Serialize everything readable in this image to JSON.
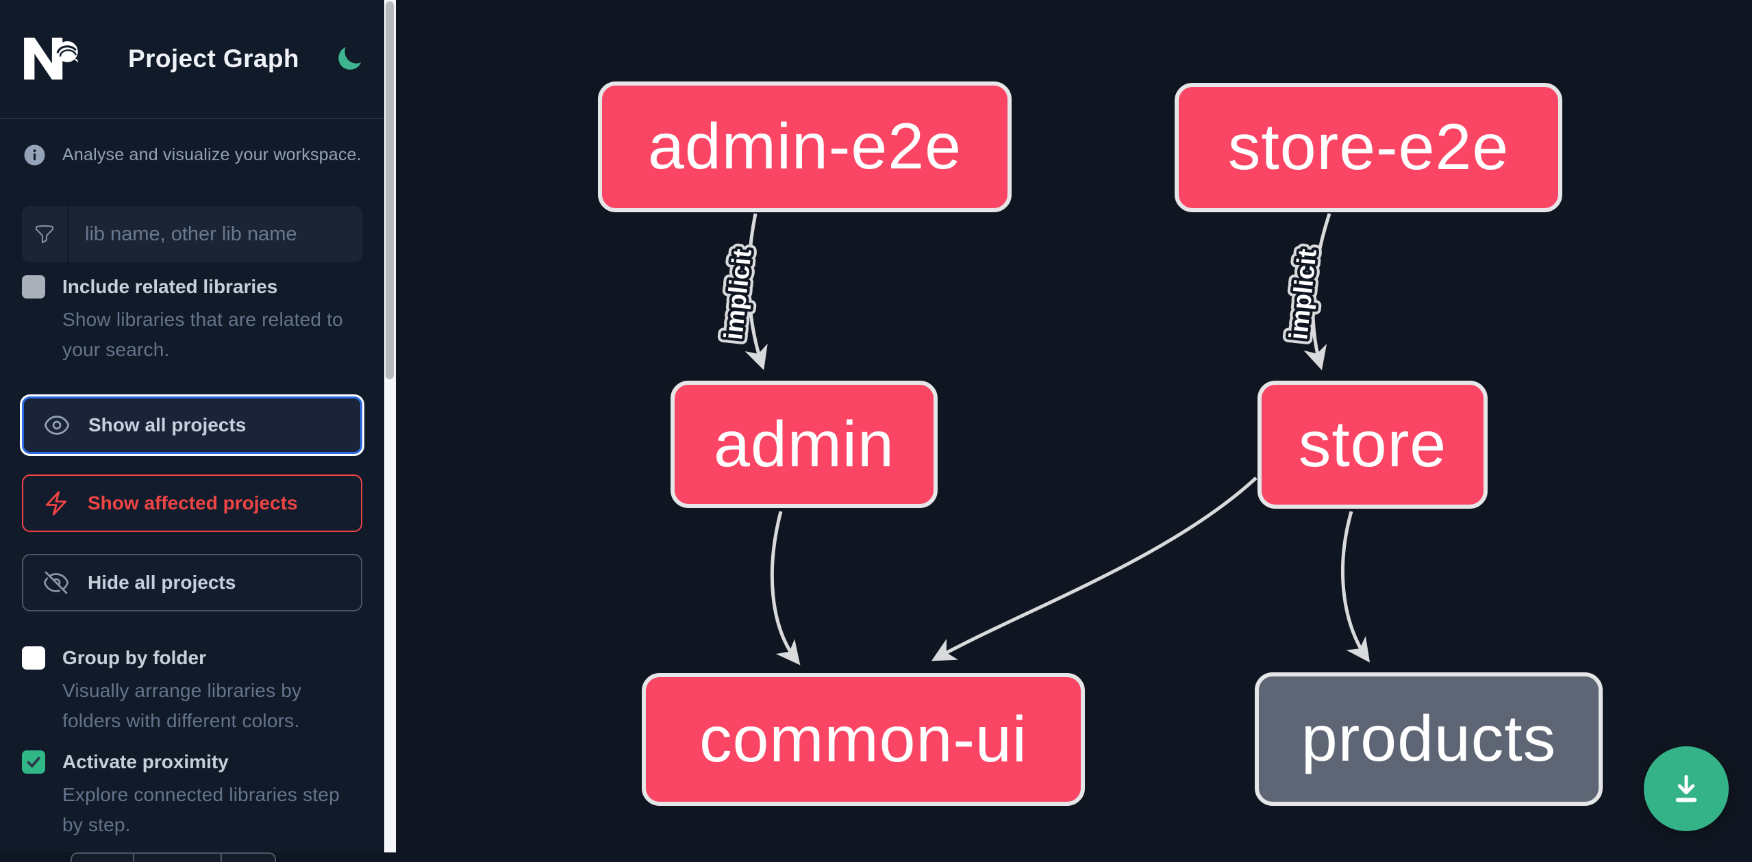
{
  "app": {
    "title": "Project Graph",
    "logo": "nx-logo",
    "theme_toggle": "moon-icon"
  },
  "sidebar": {
    "tagline": "Analyse and visualize your workspace.",
    "filter": {
      "icon": "funnel-icon",
      "placeholder": "lib name, other lib name",
      "value": ""
    },
    "checkboxes": [
      {
        "label": "Include related libraries",
        "description": "Show libraries that are related to\nyour search.",
        "checked": false,
        "disabled": true
      },
      {
        "label": "Group by folder",
        "description": "Visually arrange libraries by\nfolders with different colors.",
        "checked": false,
        "disabled": false
      },
      {
        "label": "Activate proximity",
        "description": "Explore connected libraries step\nby step.",
        "checked": true,
        "disabled": false
      }
    ],
    "buttons": [
      {
        "label": "Show all projects",
        "icon": "eye-icon",
        "state": "focused"
      },
      {
        "label": "Show affected projects",
        "icon": "bolt-icon",
        "state": "affected"
      },
      {
        "label": "Hide all projects",
        "icon": "eye-slash-icon",
        "state": "default"
      }
    ]
  },
  "graph": {
    "nodes": [
      {
        "id": "admin-e2e",
        "label": "admin-e2e",
        "highlighted": true
      },
      {
        "id": "store-e2e",
        "label": "store-e2e",
        "highlighted": true
      },
      {
        "id": "admin",
        "label": "admin",
        "highlighted": true
      },
      {
        "id": "store",
        "label": "store",
        "highlighted": true
      },
      {
        "id": "common-ui",
        "label": "common-ui",
        "highlighted": true
      },
      {
        "id": "products",
        "label": "products",
        "highlighted": false
      }
    ],
    "edges": [
      {
        "from": "admin-e2e",
        "to": "admin",
        "label": "implicit"
      },
      {
        "from": "store-e2e",
        "to": "store",
        "label": "implicit"
      },
      {
        "from": "admin",
        "to": "common-ui",
        "label": ""
      },
      {
        "from": "store",
        "to": "common-ui",
        "label": ""
      },
      {
        "from": "store",
        "to": "products",
        "label": ""
      }
    ]
  },
  "fab": {
    "icon": "download-icon"
  },
  "colors": {
    "background_main": "#101621",
    "background_sidebar": "#111a29",
    "node_highlighted": "#fa4664",
    "node_unfocused": "#5e6675",
    "node_border": "#e5e6e8",
    "edge": "#d9dadc",
    "focus_blue": "#2e6be2",
    "affected_red": "#ef4444",
    "accent_green": "#34b389",
    "moon_green": "#3eb58e"
  }
}
